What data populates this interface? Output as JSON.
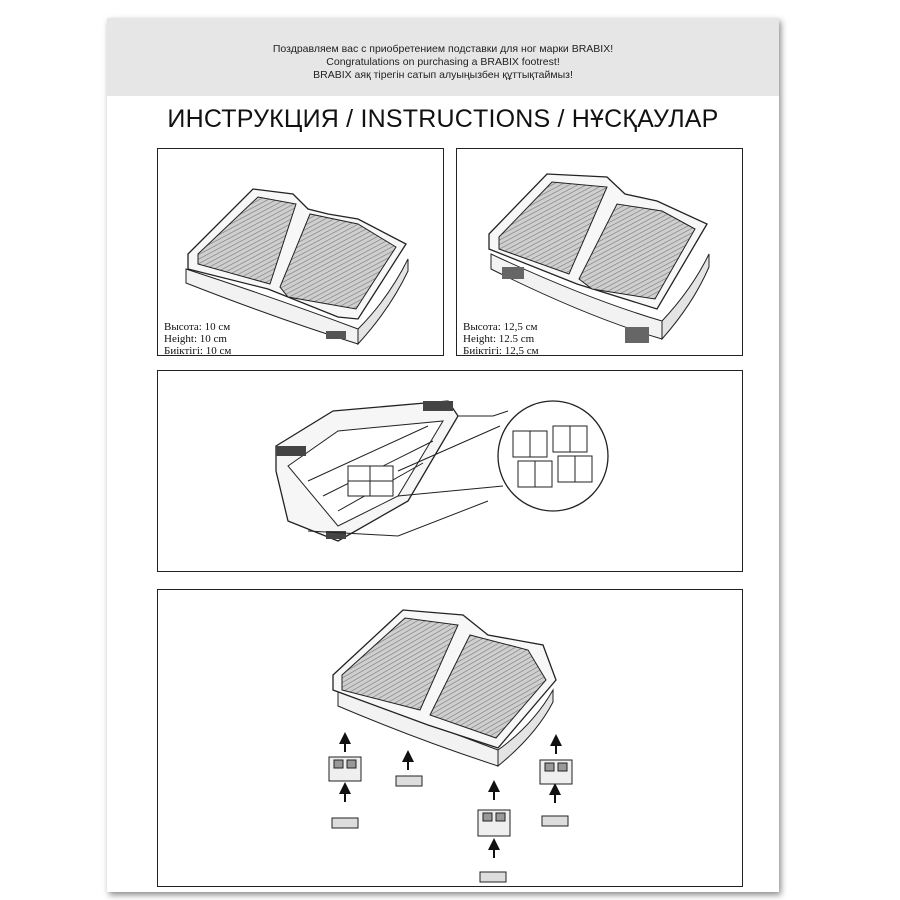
{
  "banner": {
    "line_ru": "Поздравляем вас с приобретением подставки для ног марки BRABIX!",
    "line_en": "Congratulations on purchasing a BRABIX footrest!",
    "line_kk": "BRABIX аяқ тірегін сатып алуыңызбен құттықтаймыз!"
  },
  "title": "ИНСТРУКЦИЯ / INSTRUCTIONS / НҰСҚАУЛАР",
  "panel1": {
    "spec_ru": "Высота: 10 см",
    "spec_en": "Height: 10 cm",
    "spec_kk": "Биіктігі: 10 см"
  },
  "panel2": {
    "spec_ru": "Высота: 12,5 см",
    "spec_en": "Height: 12.5 cm",
    "spec_kk": "Биіктігі: 12,5 см"
  }
}
